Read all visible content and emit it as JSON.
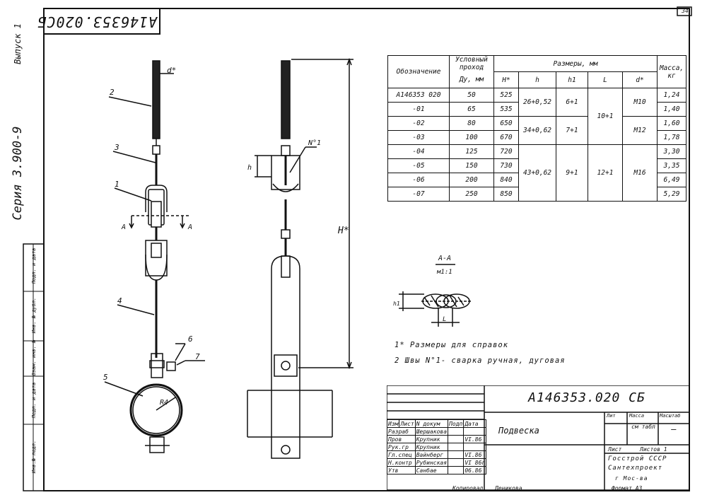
{
  "sheet": {
    "code_rotated": "А146353.020СБ",
    "series": "Серия 3.900-9",
    "issue": "Выпуск 1",
    "page_no": "34",
    "side_labels": [
      "Инв.№ подл.",
      "Подп. и дата",
      "Взам. инв. №",
      "Инв. № дубл.",
      "Подп. и дата"
    ]
  },
  "drawing": {
    "callouts": [
      "1",
      "2",
      "3",
      "4",
      "5",
      "6",
      "7"
    ],
    "dims": {
      "d": "d*",
      "h": "h",
      "H": "H*",
      "R": "R4",
      "weld": "N°1"
    },
    "section_marks": [
      "А",
      "А"
    ],
    "section": {
      "title": "А-А",
      "scale": "м1:1",
      "h1": "h1",
      "L": "L"
    }
  },
  "table": {
    "header": {
      "designation": "Обозначение",
      "passage": "Условный проход",
      "passage_unit": "Ду, мм",
      "dims_title": "Размеры, мм",
      "mass": "Масса, кг",
      "cols": [
        "H*",
        "h",
        "h1",
        "L",
        "d*"
      ]
    },
    "rows": [
      {
        "des": "А146353 020",
        "du": "50",
        "H": "525",
        "mass": "1,24"
      },
      {
        "des": "-01",
        "du": "65",
        "H": "535",
        "mass": "1,40"
      },
      {
        "des": "-02",
        "du": "80",
        "H": "650",
        "mass": "1,60"
      },
      {
        "des": "-03",
        "du": "100",
        "H": "670",
        "mass": "1,78"
      },
      {
        "des": "-04",
        "du": "125",
        "H": "720",
        "mass": "3,30"
      },
      {
        "des": "-05",
        "du": "150",
        "H": "730",
        "mass": "3,35"
      },
      {
        "des": "-06",
        "du": "200",
        "H": "840",
        "mass": "6,49"
      },
      {
        "des": "-07",
        "du": "250",
        "H": "850",
        "mass": "5,29"
      }
    ],
    "h_groups": [
      "26+0,52",
      "34+0,62",
      "43+0,62"
    ],
    "h1_groups": [
      "6+1",
      "7+1",
      "9+1"
    ],
    "L_groups": [
      "10+1",
      "12+1"
    ],
    "d_groups": [
      "М10",
      "М12",
      "М16"
    ]
  },
  "notes": [
    "1* Размеры для справок",
    "2 Швы N°1- сварка ручная, дуговая"
  ],
  "title_block": {
    "doc_code": "А146353.020 СБ",
    "name": "Подвеска",
    "col_heads": [
      "Изм",
      "Лист",
      "N докум",
      "Подп",
      "Дата"
    ],
    "roles": [
      "Разраб",
      "Пров",
      "Рук.гр",
      "Гл.спец",
      "Н.контр",
      "Утв"
    ],
    "people": [
      "Шершакова",
      "Крупник",
      "Крупник",
      "Вайнберг",
      "Рубинская",
      "Санбае"
    ],
    "dates": [
      "",
      "VI.86",
      "",
      "VI.86",
      "VI 86г",
      "06.86"
    ],
    "lit": "Лит",
    "mass_label": "Масса",
    "scale_label": "Масштаб",
    "mass_value": "см табл",
    "scale_value": "—",
    "sheet": "Лист",
    "sheets": "Листов 1",
    "org1": "Госстрой СССР",
    "org2": "Сантехпроект",
    "org3": "г Мос-ва",
    "copied": "Копировал",
    "copied_by": "Деникова",
    "format": "Формат А3"
  }
}
